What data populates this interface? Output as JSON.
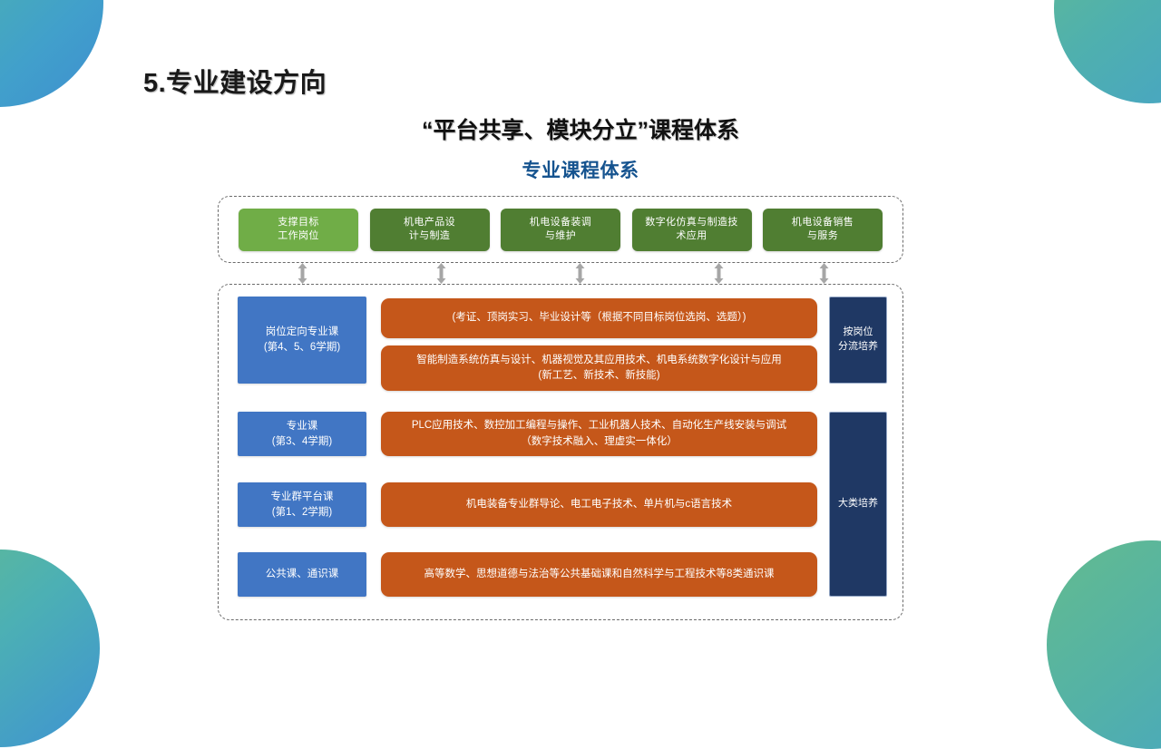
{
  "slide": {
    "heading_1": "5.专业建设方向",
    "heading_2": "“平台共享、模块分立”课程体系",
    "heading_3": "专业课程体系"
  },
  "colors": {
    "green_light": "#70AD47",
    "green_dark": "#507E32",
    "blue": "#4176C4",
    "orange": "#C5571A",
    "navy": "#1F3864",
    "heading_blue": "#15538F",
    "dash_border": "#6B6B6B",
    "arrow_gray": "#A6A6A6"
  },
  "top_section": {
    "boxes": [
      {
        "label_line1": "支撑目标",
        "label_line2": "工作岗位",
        "tone": "light"
      },
      {
        "label_line1": "机电产品设",
        "label_line2": "计与制造",
        "tone": "dark"
      },
      {
        "label_line1": "机电设备装调",
        "label_line2": "与维护",
        "tone": "dark"
      },
      {
        "label_line1": "数字化仿真与制造技",
        "label_line2": "术应用",
        "tone": "dark"
      },
      {
        "label_line1": "机电设备销售",
        "label_line2": "与服务",
        "tone": "dark"
      }
    ]
  },
  "rows": [
    {
      "left_line1": "岗位定向专业课",
      "left_line2": "(第4、5、6学期)",
      "courses": [
        {
          "line1": "(考证、顶岗实习、毕业设计等（根据不同目标岗位选岗、选题）)",
          "line2": ""
        },
        {
          "line1": "智能制造系统仿真与设计、机器视觉及其应用技术、机电系统数字化设计与应用",
          "line2": "(新工艺、新技术、新技能)"
        }
      ]
    },
    {
      "left_line1": "专业课",
      "left_line2": "(第3、4学期)",
      "courses": [
        {
          "line1": "PLC应用技术、数控加工编程与操作、工业机器人技术、自动化生产线安装与调试",
          "line2": "（数字技术融入、理虚实一体化）"
        }
      ]
    },
    {
      "left_line1": "专业群平台课",
      "left_line2": "(第1、2学期)",
      "courses": [
        {
          "line1": "机电装备专业群导论、电工电子技术、单片机与c语言技术",
          "line2": ""
        }
      ]
    },
    {
      "left_line1": "公共课、通识课",
      "left_line2": "",
      "courses": [
        {
          "line1": "高等数学、思想道德与法治等公共基础课和自然科学与工程技术等8类通识课",
          "line2": ""
        }
      ]
    }
  ],
  "right_labels": [
    {
      "line1": "按岗位",
      "line2": "分流培养"
    },
    {
      "line1": "大类培养",
      "line2": ""
    }
  ]
}
